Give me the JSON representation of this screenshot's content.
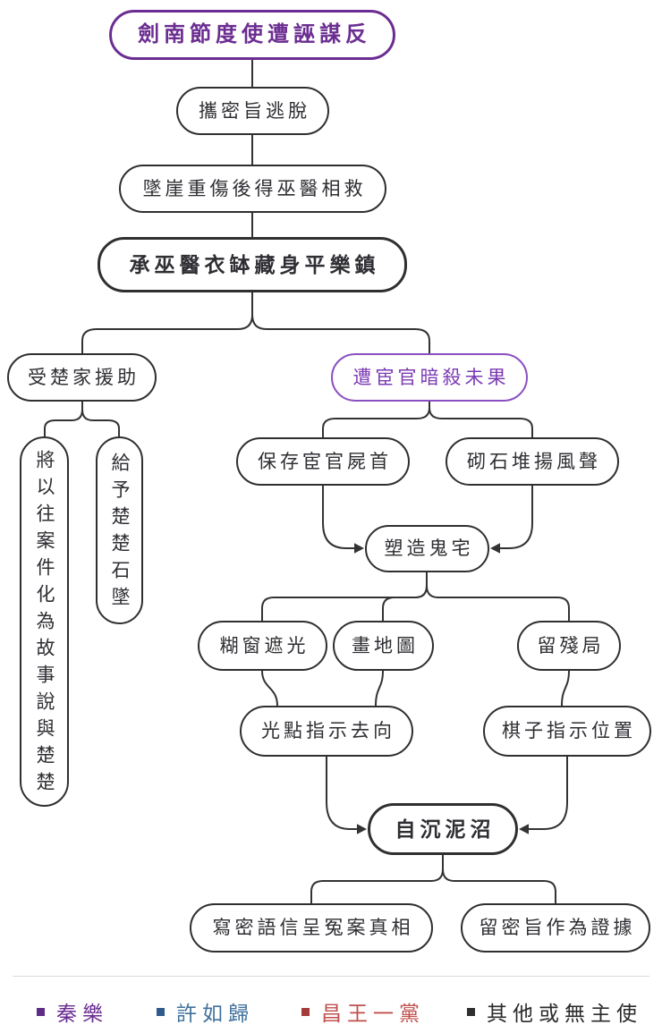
{
  "flowchart": {
    "nodes": {
      "root": {
        "label": "劍南節度使遭誣謀反"
      },
      "escape": {
        "label": "攜密旨逃脫"
      },
      "rescue": {
        "label": "墜崖重傷後得巫醫相救"
      },
      "hide": {
        "label": "承巫醫衣缽藏身平樂鎮"
      },
      "chuAid": {
        "label": "受楚家援助"
      },
      "assassination": {
        "label": "遭宦官暗殺未果"
      },
      "stories": {
        "label": "將以往案件化為故事說與楚楚"
      },
      "pendant": {
        "label": "給予楚楚石墜"
      },
      "corpse": {
        "label": "保存宦官屍首"
      },
      "stones": {
        "label": "砌石堆揚風聲"
      },
      "ghostHouse": {
        "label": "塑造鬼宅"
      },
      "windows": {
        "label": "糊窗遮光"
      },
      "map": {
        "label": "畫地圖"
      },
      "endgame": {
        "label": "留殘局"
      },
      "lightDots": {
        "label": "光點指示去向"
      },
      "chessPieces": {
        "label": "棋子指示位置"
      },
      "swamp": {
        "label": "自沉泥沼"
      },
      "letter": {
        "label": "寫密語信呈冤案真相"
      },
      "edict": {
        "label": "留密旨作為證據"
      }
    },
    "edges": [
      {
        "from": "root",
        "to": "escape"
      },
      {
        "from": "escape",
        "to": "rescue"
      },
      {
        "from": "rescue",
        "to": "hide"
      },
      {
        "from": "hide",
        "to": "chuAid"
      },
      {
        "from": "hide",
        "to": "assassination"
      },
      {
        "from": "chuAid",
        "to": "stories"
      },
      {
        "from": "chuAid",
        "to": "pendant"
      },
      {
        "from": "assassination",
        "to": "corpse"
      },
      {
        "from": "assassination",
        "to": "stones"
      },
      {
        "from": "corpse",
        "to": "ghostHouse",
        "arrow": true
      },
      {
        "from": "stones",
        "to": "ghostHouse",
        "arrow": true
      },
      {
        "from": "ghostHouse",
        "to": "windows"
      },
      {
        "from": "ghostHouse",
        "to": "map"
      },
      {
        "from": "ghostHouse",
        "to": "endgame"
      },
      {
        "from": "windows",
        "to": "lightDots"
      },
      {
        "from": "map",
        "to": "lightDots"
      },
      {
        "from": "endgame",
        "to": "chessPieces"
      },
      {
        "from": "lightDots",
        "to": "swamp",
        "arrow": true
      },
      {
        "from": "chessPieces",
        "to": "swamp",
        "arrow": true
      },
      {
        "from": "swamp",
        "to": "letter"
      },
      {
        "from": "swamp",
        "to": "edict"
      }
    ],
    "legend": {
      "items": [
        {
          "label": "秦樂",
          "color": "#6b2d91",
          "marker_color": "#5e2b85"
        },
        {
          "label": "許如歸",
          "color": "#41719c",
          "marker_color": "#2f5a8c"
        },
        {
          "label": "昌王一黨",
          "color": "#c0504d",
          "marker_color": "#a33c3a"
        },
        {
          "label": "其他或無主使",
          "color": "#2b2b2b",
          "marker_color": "#2f2f2f"
        }
      ]
    },
    "colors": {
      "node_border": "#2f2f2f",
      "node_text": "#2e2e33",
      "edge_line": "#333333",
      "purple_strong": "#6b2d91",
      "purple_light_border": "#8a4fc0",
      "purple_light_text": "#7b3bb3",
      "background": "#ffffff",
      "divider": "#d9d9d9"
    }
  }
}
